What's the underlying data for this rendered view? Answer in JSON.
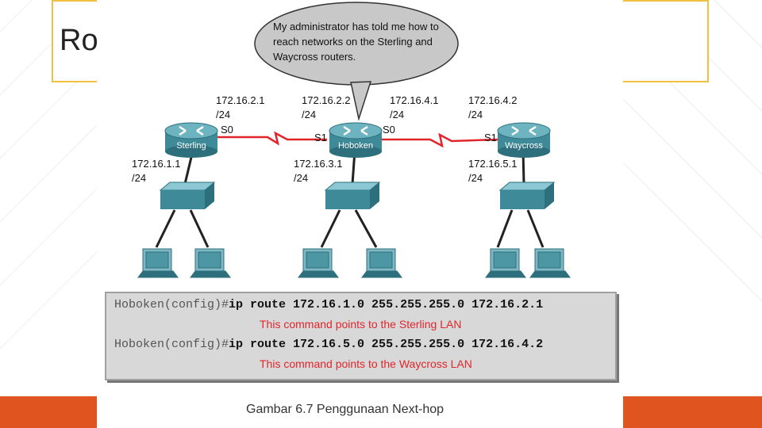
{
  "slide": {
    "title": "Ro",
    "accent_color": "#f0c040",
    "bar_color": "#e0551f"
  },
  "diagram": {
    "bubble_text": "My administrator has told me how to reach networks on the Sterling and Waycross routers.",
    "routers": [
      {
        "name": "Sterling"
      },
      {
        "name": "Hoboken"
      },
      {
        "name": "Waycross"
      }
    ],
    "interfaces": {
      "sterling_s0": "S0",
      "hoboken_s1": "S1",
      "hoboken_s0": "S0",
      "waycross_s1": "S1"
    },
    "ips": {
      "sterling_serial": [
        "172.16.2.1",
        "/24"
      ],
      "hoboken_s1": [
        "172.16.2.2",
        "/24"
      ],
      "hoboken_s0": [
        "172.16.4.1",
        "/24"
      ],
      "waycross_serial": [
        "172.16.4.2",
        "/24"
      ],
      "sterling_lan": [
        "172.16.1.1",
        "/24"
      ],
      "hoboken_lan": [
        "172.16.3.1",
        "/24"
      ],
      "waycross_lan": [
        "172.16.5.1",
        "/24"
      ]
    },
    "commands": [
      {
        "prompt": "Hoboken(config)#",
        "command": "ip route 172.16.1.0 255.255.255.0 172.16.2.1",
        "note": "This command points to the Sterling LAN"
      },
      {
        "prompt": "Hoboken(config)#",
        "command": "ip route 172.16.5.0 255.255.255.0 172.16.4.2",
        "note": "This command points to the Waycross LAN"
      }
    ],
    "caption": "Gambar 6.7 Penggunaan Next-hop"
  }
}
